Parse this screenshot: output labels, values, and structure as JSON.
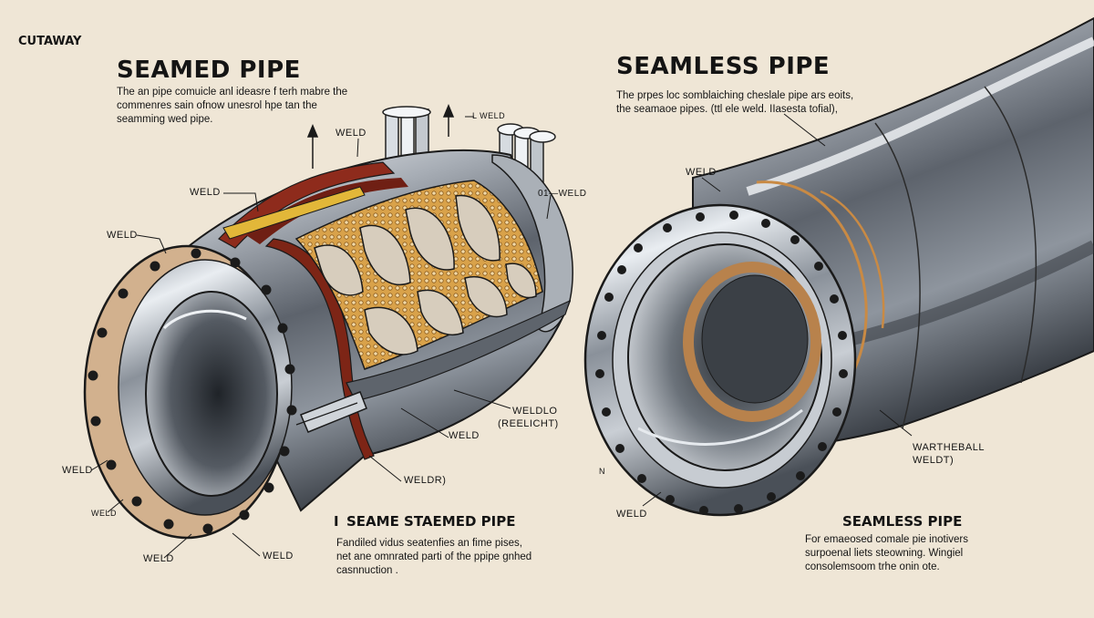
{
  "corner_label": "CUTAWAY",
  "left": {
    "title": "SEAMED PIPE",
    "description": "The an pipe comuicle anl ideasre f terh mabre the\ncommenres sain ofnow unesrol hpe tan the\nseamming wed pipe.",
    "subtitle": "SEAME STAEMED PIPE",
    "subtitle_marker": "I",
    "caption": "Fandiled vidus seatenfies an fime pises,\nnet ane omnrated parti of the ppipe gnhed\ncasnnuction .",
    "labels": {
      "weld_top": "WELD",
      "weld_small_top": "L WELD",
      "weld_left": "WELD",
      "weld_far_left": "WELD",
      "weld_right": "01—WELD",
      "weld_mid_top": "WELDLO",
      "weld_mid_bottom": "(REELICHT)",
      "weld_center": "WELD",
      "weld_low_left": "WELD",
      "weld_bottom_left": "WELD",
      "weld_bottom_center": "WELD",
      "weld_bottom_lower": "WELD",
      "weld_paren": "WELDR)"
    }
  },
  "right": {
    "title": "SEAMLESS PIPE",
    "description": "The prpes loc somblaiching cheslale pipe ars eoits,\nthe seamaoe pipes. (ttl ele weld. IIasesta tofial),",
    "subtitle": "SEAMLESS PIPE",
    "caption": "For emaeosed comale pie inotivers\nsurpoenal liets steowning. Wingiel\nconsolemsoom trhe onin ote.",
    "labels": {
      "weld_top": "WELD",
      "weld_bottom": "WELD",
      "wartheball": "WARTHEBALL",
      "weldt": "WELDT)",
      "n_mark": "N"
    }
  }
}
